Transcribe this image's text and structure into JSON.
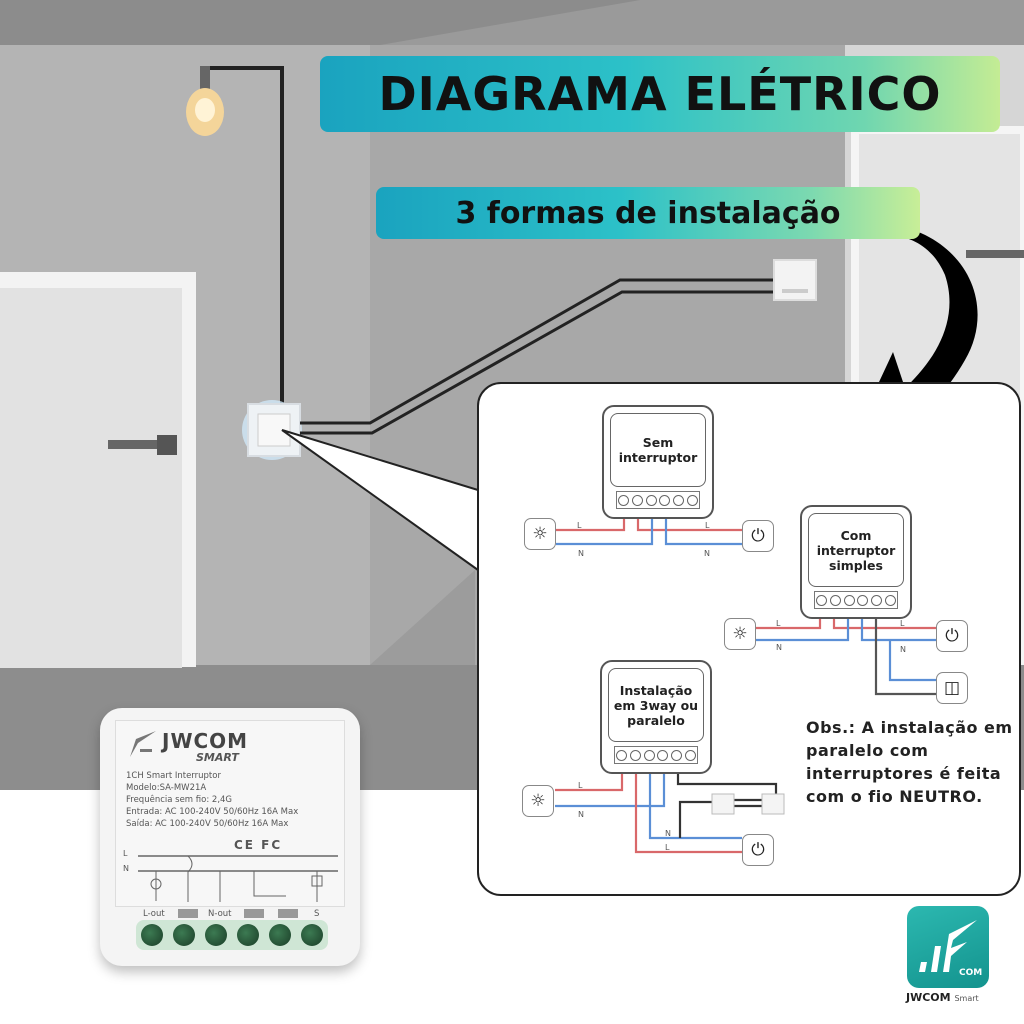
{
  "header": {
    "title": "DIAGRAMA ELÉTRICO",
    "subtitle": "3 formas de instalação"
  },
  "colors": {
    "banner_gradient_start": "#1aa3bf",
    "banner_gradient_end": "#c4ec94",
    "live_wire": "#d9686a",
    "neutral_wire": "#5b8fd6",
    "switch_wire": "#555555",
    "terminal_green": "#2f6b45"
  },
  "diagrams": [
    {
      "title": "Sem\ninterruptor",
      "wire_labels": [
        "L",
        "N",
        "L",
        "N"
      ],
      "icons": [
        "lamp-icon",
        "power-plug-icon"
      ]
    },
    {
      "title": "Com\ninterruptor\nsimples",
      "wire_labels": [
        "L",
        "N",
        "L",
        "N"
      ],
      "icons": [
        "lamp-icon",
        "power-plug-icon",
        "wall-switch-icon"
      ]
    },
    {
      "title": "Instalação\nem 3way ou\nparalelo",
      "wire_labels": [
        "L",
        "N",
        "N",
        "L"
      ],
      "icons": [
        "lamp-icon",
        "power-plug-icon",
        "three-way-switch-icon",
        "three-way-switch-icon"
      ]
    }
  ],
  "note": "Obs.: A instalação em paralelo com interruptores é feita com o fio NEUTRO.",
  "device": {
    "brand": "JWCOM",
    "brand_sub": "SMART",
    "specs": [
      "1CH Smart Interruptor",
      "Modelo:SA-MW21A",
      "Frequência sem fio: 2,4G",
      "Entrada: AC 100-240V 50/60Hz 16A Max",
      "Saída: AC 100-240V 50/60Hz 16A Max"
    ],
    "certifications": "CE FC",
    "line_labels": [
      "L",
      "N"
    ],
    "terminal_labels": [
      "L-out",
      "",
      "N-out",
      "",
      "",
      "S"
    ]
  },
  "logo": {
    "mark_text": "COM",
    "brand": "JWCOM",
    "brand_sub": "Smart"
  }
}
